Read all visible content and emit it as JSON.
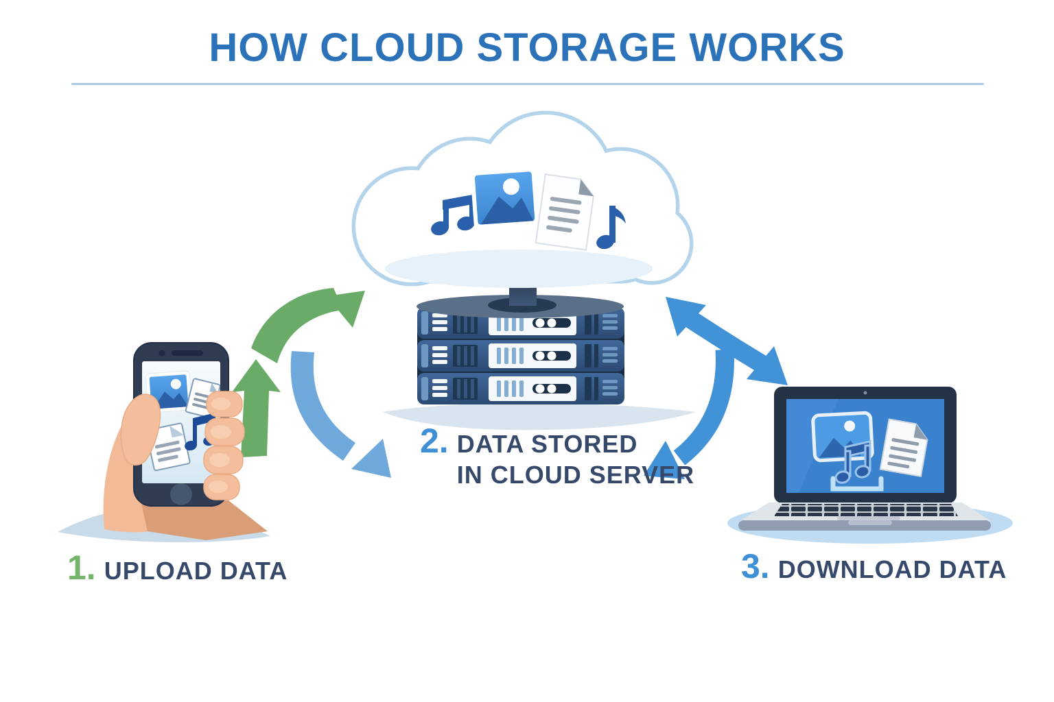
{
  "title": "HOW CLOUD STORAGE WORKS",
  "steps": [
    {
      "number": "1.",
      "lines": [
        "UPLOAD DATA"
      ]
    },
    {
      "number": "2.",
      "lines": [
        "DATA STORED",
        "IN CLOUD SERVER"
      ]
    },
    {
      "number": "3.",
      "lines": [
        "DOWNLOAD DATA"
      ]
    }
  ],
  "colors": {
    "title_blue": "#2C72B9",
    "divider_blue": "#A9C9E6",
    "step_text_navy": "#36496B",
    "step1_number_green": "#74B46B",
    "step_number_blue": "#3E8FD6",
    "upload_arrow_green": "#69AB67",
    "transfer_arrow_blue": "#4292D8",
    "transfer_arrow_light_blue": "#6FA9DC",
    "cloud_rim_blue": "#B4D4EC",
    "server_navy": "#2B4A72",
    "laptop_screen_blue": "#3B82CE"
  },
  "icons": {
    "cloud": "cloud-icon",
    "server": "server-stack-icon",
    "smartphone": "smartphone-in-hand-icon",
    "laptop": "laptop-icon",
    "photo": "photo-icon",
    "document": "document-icon",
    "music": "music-note-icon",
    "upload_arrow": "upload-arrow-icon",
    "download_arrow": "download-arrow-icon",
    "sync_arrows": "sync-arrows-icon"
  }
}
